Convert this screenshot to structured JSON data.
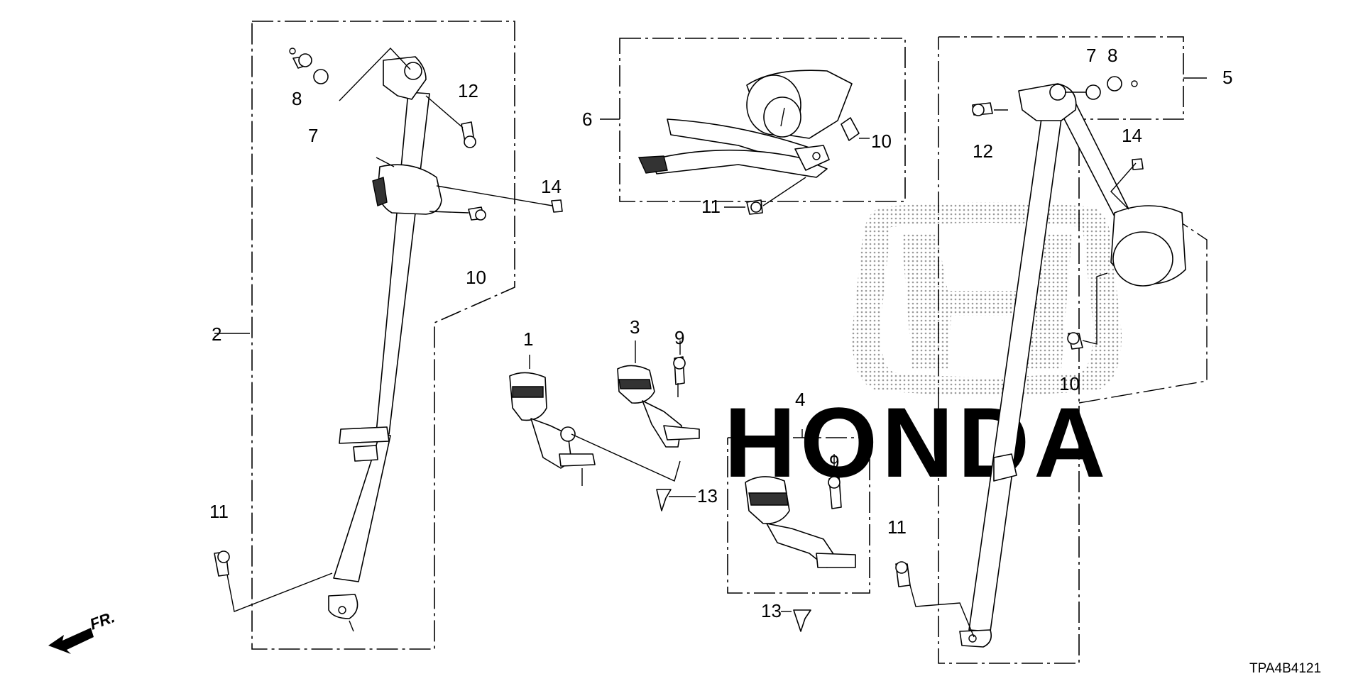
{
  "diagram": {
    "drawing_code": "TPA4B4121",
    "watermark": "HONDA",
    "front_label": "FR.",
    "callouts": {
      "c1": "1",
      "c2": "2",
      "c3": "3",
      "c4": "4",
      "c5": "5",
      "c6": "6",
      "c7a": "7",
      "c7b": "7",
      "c8a": "8",
      "c8b": "8",
      "c9a": "9",
      "c9b": "9",
      "c10a": "10",
      "c10b": "10",
      "c10c": "10",
      "c11a": "11",
      "c11b": "11",
      "c11c": "11",
      "c12a": "12",
      "c12b": "12",
      "c13a": "13",
      "c13b": "13",
      "c14a": "14",
      "c14b": "14"
    }
  }
}
